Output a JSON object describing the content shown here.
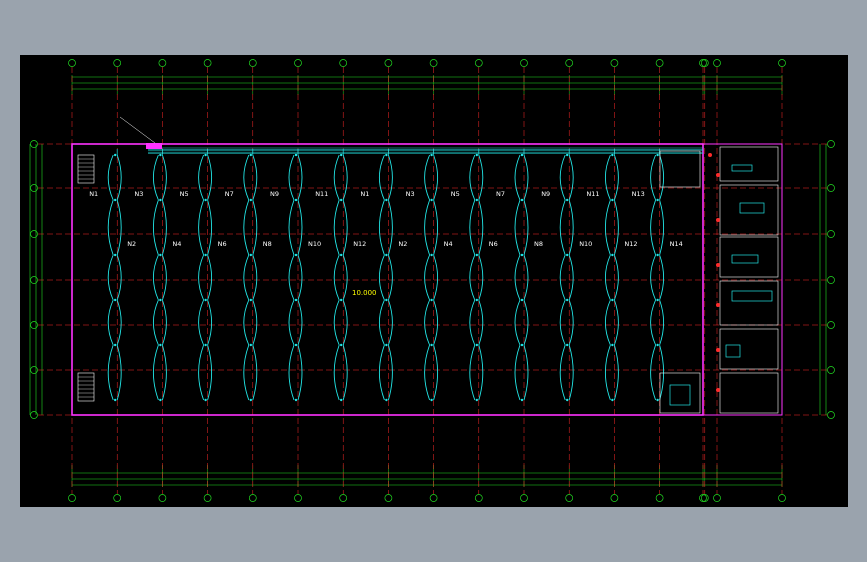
{
  "colors": {
    "background": "#9aa3ad",
    "canvas": "#000000",
    "grid_axis": "#ff2a2a",
    "wall": "#ff33ff",
    "circuit": "#22e6e6",
    "dimension": "#22dd22",
    "text": "#ffffff",
    "elevation_text": "#ffff00"
  },
  "circuits": {
    "upper_row": [
      "N1",
      "N3",
      "N5",
      "N7",
      "N9",
      "N11",
      "N1",
      "N3",
      "N5",
      "N7",
      "N9",
      "N11",
      "N13"
    ],
    "lower_row": [
      "N2",
      "N4",
      "N6",
      "N8",
      "N10",
      "N12",
      "N2",
      "N4",
      "N6",
      "N8",
      "N10",
      "N12",
      "N14"
    ]
  },
  "elevation_mark": "10.000"
}
